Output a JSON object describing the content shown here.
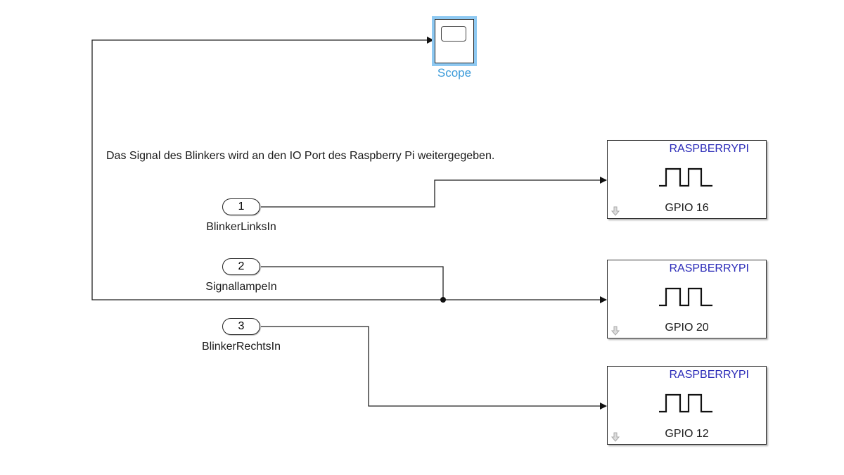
{
  "annotation": "Das Signal des Blinkers wird an den IO Port des Raspberry Pi weitergegeben.",
  "scope": {
    "label": "Scope",
    "icon": "scope-icon",
    "highlight_color": "#8ec9f2",
    "label_color": "#3a9ad9"
  },
  "inports": [
    {
      "number": "1",
      "name": "BlinkerLinksIn"
    },
    {
      "number": "2",
      "name": "SignallampeIn"
    },
    {
      "number": "3",
      "name": "BlinkerRechtsIn"
    }
  ],
  "gpio_blocks": [
    {
      "brand": "RASPBERRYPI",
      "pin": "GPIO 16",
      "icon": "pulse-wave-icon"
    },
    {
      "brand": "RASPBERRYPI",
      "pin": "GPIO 20",
      "icon": "pulse-wave-icon"
    },
    {
      "brand": "RASPBERRYPI",
      "pin": "GPIO 12",
      "icon": "pulse-wave-icon"
    }
  ],
  "colors": {
    "brand_text": "#2b2bb8",
    "wire": "#222222"
  }
}
